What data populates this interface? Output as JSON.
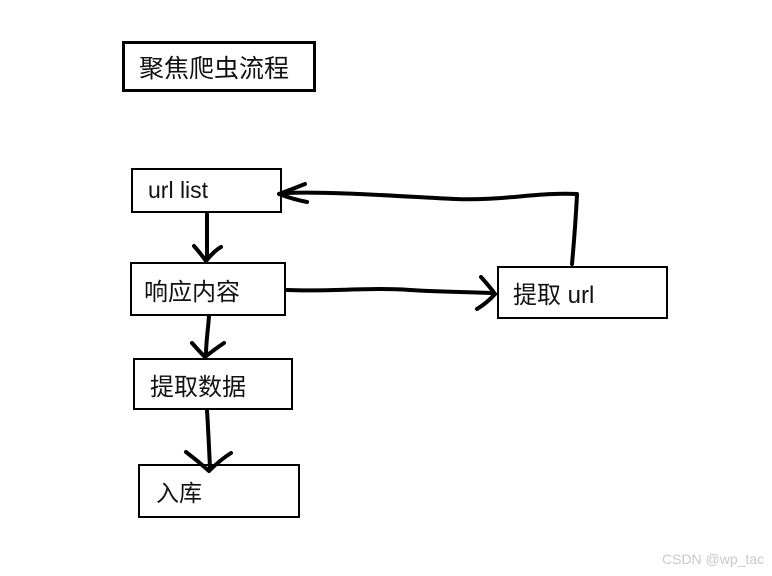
{
  "colors": {
    "stroke": "#000000",
    "background": "#ffffff",
    "text": "#111111",
    "watermark": "#c9c9c9"
  },
  "diagram": {
    "title": "聚焦爬虫流程",
    "nodes": [
      {
        "id": "url-list",
        "label": "url list"
      },
      {
        "id": "response-content",
        "label": "响应内容"
      },
      {
        "id": "extract-data",
        "label": "提取数据"
      },
      {
        "id": "storage",
        "label": "入库"
      },
      {
        "id": "extract-url",
        "label": "提取 url"
      }
    ],
    "edges": [
      {
        "from": "url-list",
        "to": "response-content"
      },
      {
        "from": "response-content",
        "to": "extract-data"
      },
      {
        "from": "extract-data",
        "to": "storage"
      },
      {
        "from": "response-content",
        "to": "extract-url"
      },
      {
        "from": "extract-url",
        "to": "url-list"
      }
    ]
  },
  "watermark": {
    "text": "CSDN @wp_tac"
  }
}
